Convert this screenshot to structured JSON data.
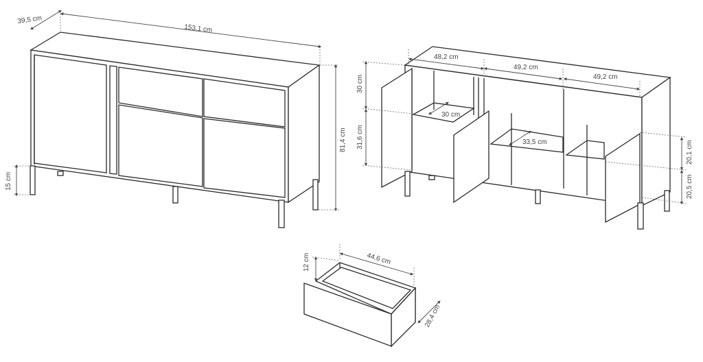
{
  "dimensions": {
    "depth": "39,5 cm",
    "width": "153,1 cm",
    "height": "81,4 cm",
    "leg_height": "15 cm",
    "compartment_left_width": "48,2 cm",
    "compartment_middle_width": "49,2 cm",
    "compartment_right_width": "49,2 cm",
    "upper_section_height": "30 cm",
    "lower_section_height": "31,6 cm",
    "left_shelf_depth": "30 cm",
    "middle_shelf_depth": "33,5 cm",
    "right_upper_height": "20,1 cm",
    "right_lower_height": "20,5 cm",
    "drawer_height": "12 cm",
    "drawer_width": "44,6 cm",
    "drawer_depth": "28,4 cm"
  },
  "colors": {
    "line": "#2a2a2a",
    "dimension": "#444444"
  }
}
